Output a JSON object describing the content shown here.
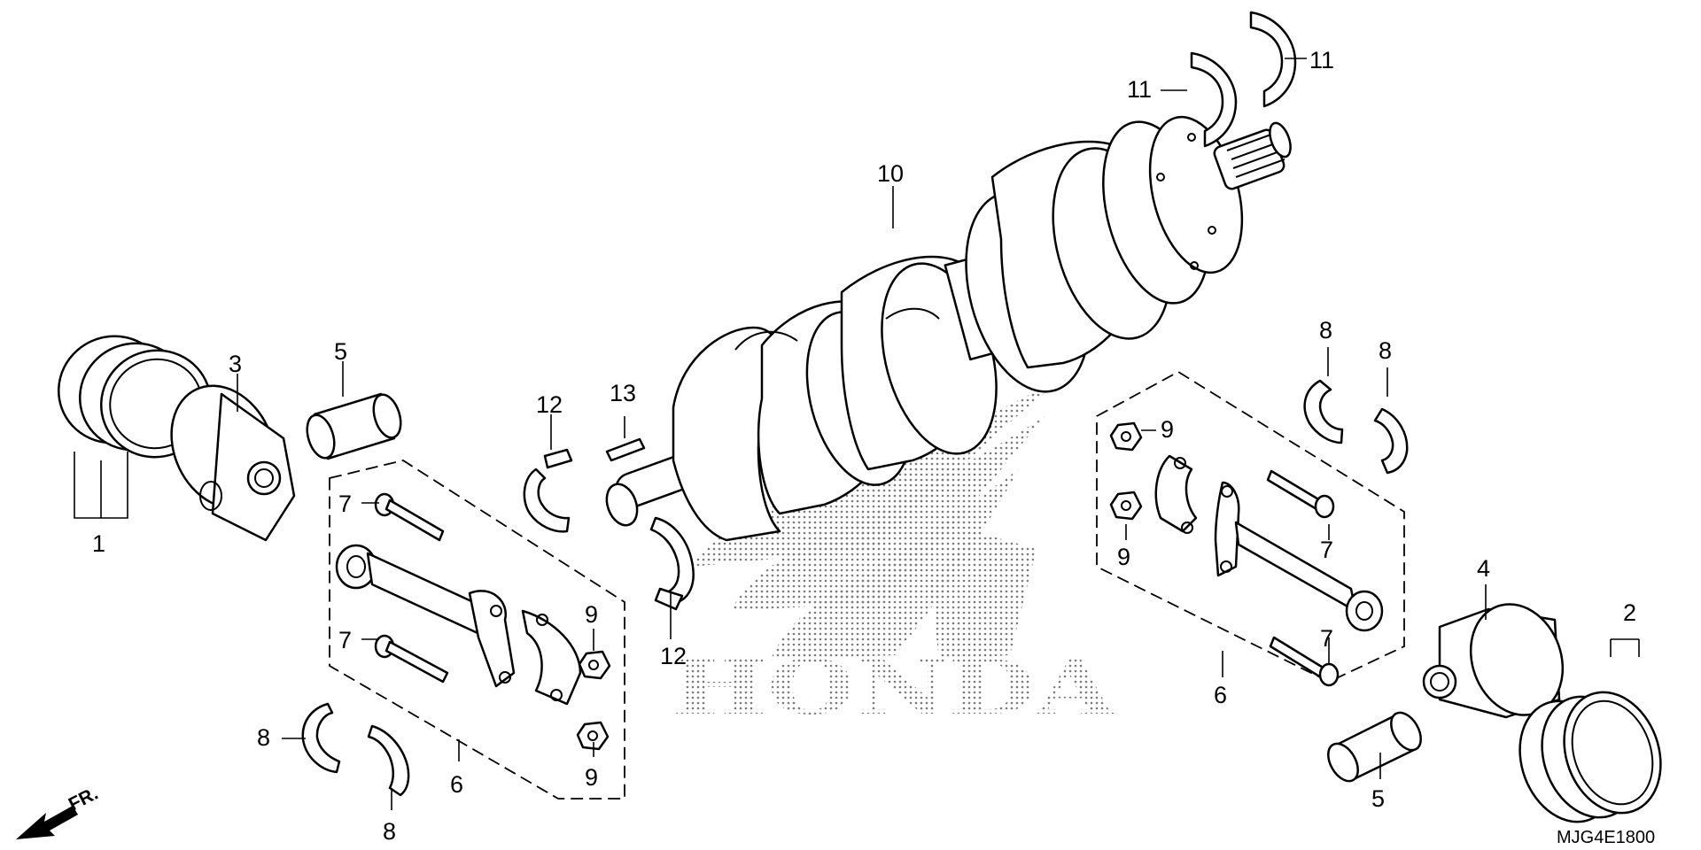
{
  "diagram": {
    "labels": {
      "ring_set_left": "1",
      "ring_set_right": "2",
      "piston_left": "3",
      "piston_right": "4",
      "pin_left": "5",
      "pin_right": "5",
      "rod_group_left": "6",
      "rod_group_right": "6",
      "bolt_left_top": "7",
      "bolt_left_bottom": "7",
      "bolt_right_top": "7",
      "bolt_right_bottom": "7",
      "bearing_left_a": "8",
      "bearing_left_b": "8",
      "bearing_right_a": "8",
      "bearing_right_b": "8",
      "nut_left_top": "9",
      "nut_left_bottom": "9",
      "nut_right_top": "9",
      "nut_right_bottom": "9",
      "crankshaft": "10",
      "thrust_washer_a": "11",
      "thrust_washer_b": "11",
      "main_bearing_top": "12",
      "main_bearing_bottom": "12",
      "key": "13"
    },
    "front_indicator": "FR.",
    "watermark": "HONDA",
    "diagram_code": "MJG4E1800"
  }
}
